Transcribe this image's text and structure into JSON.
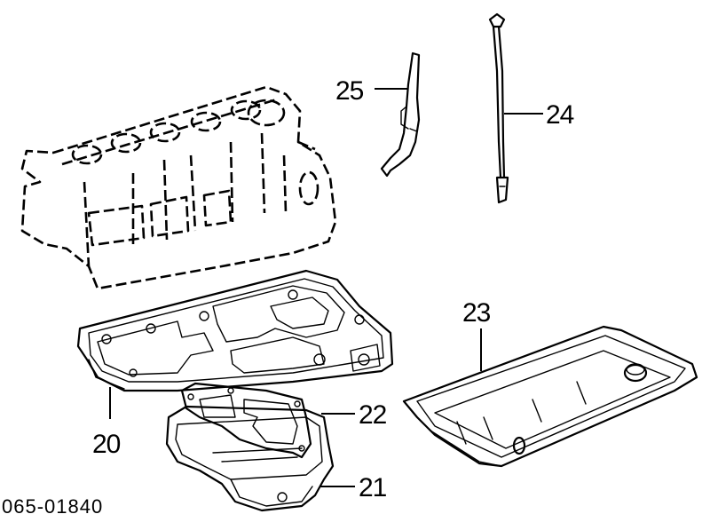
{
  "diagram": {
    "callouts": [
      {
        "id": "20",
        "label": "20"
      },
      {
        "id": "21",
        "label": "21"
      },
      {
        "id": "22",
        "label": "22"
      },
      {
        "id": "23",
        "label": "23"
      },
      {
        "id": "24",
        "label": "24"
      },
      {
        "id": "25",
        "label": "25"
      }
    ],
    "part_number": "065-01840"
  }
}
